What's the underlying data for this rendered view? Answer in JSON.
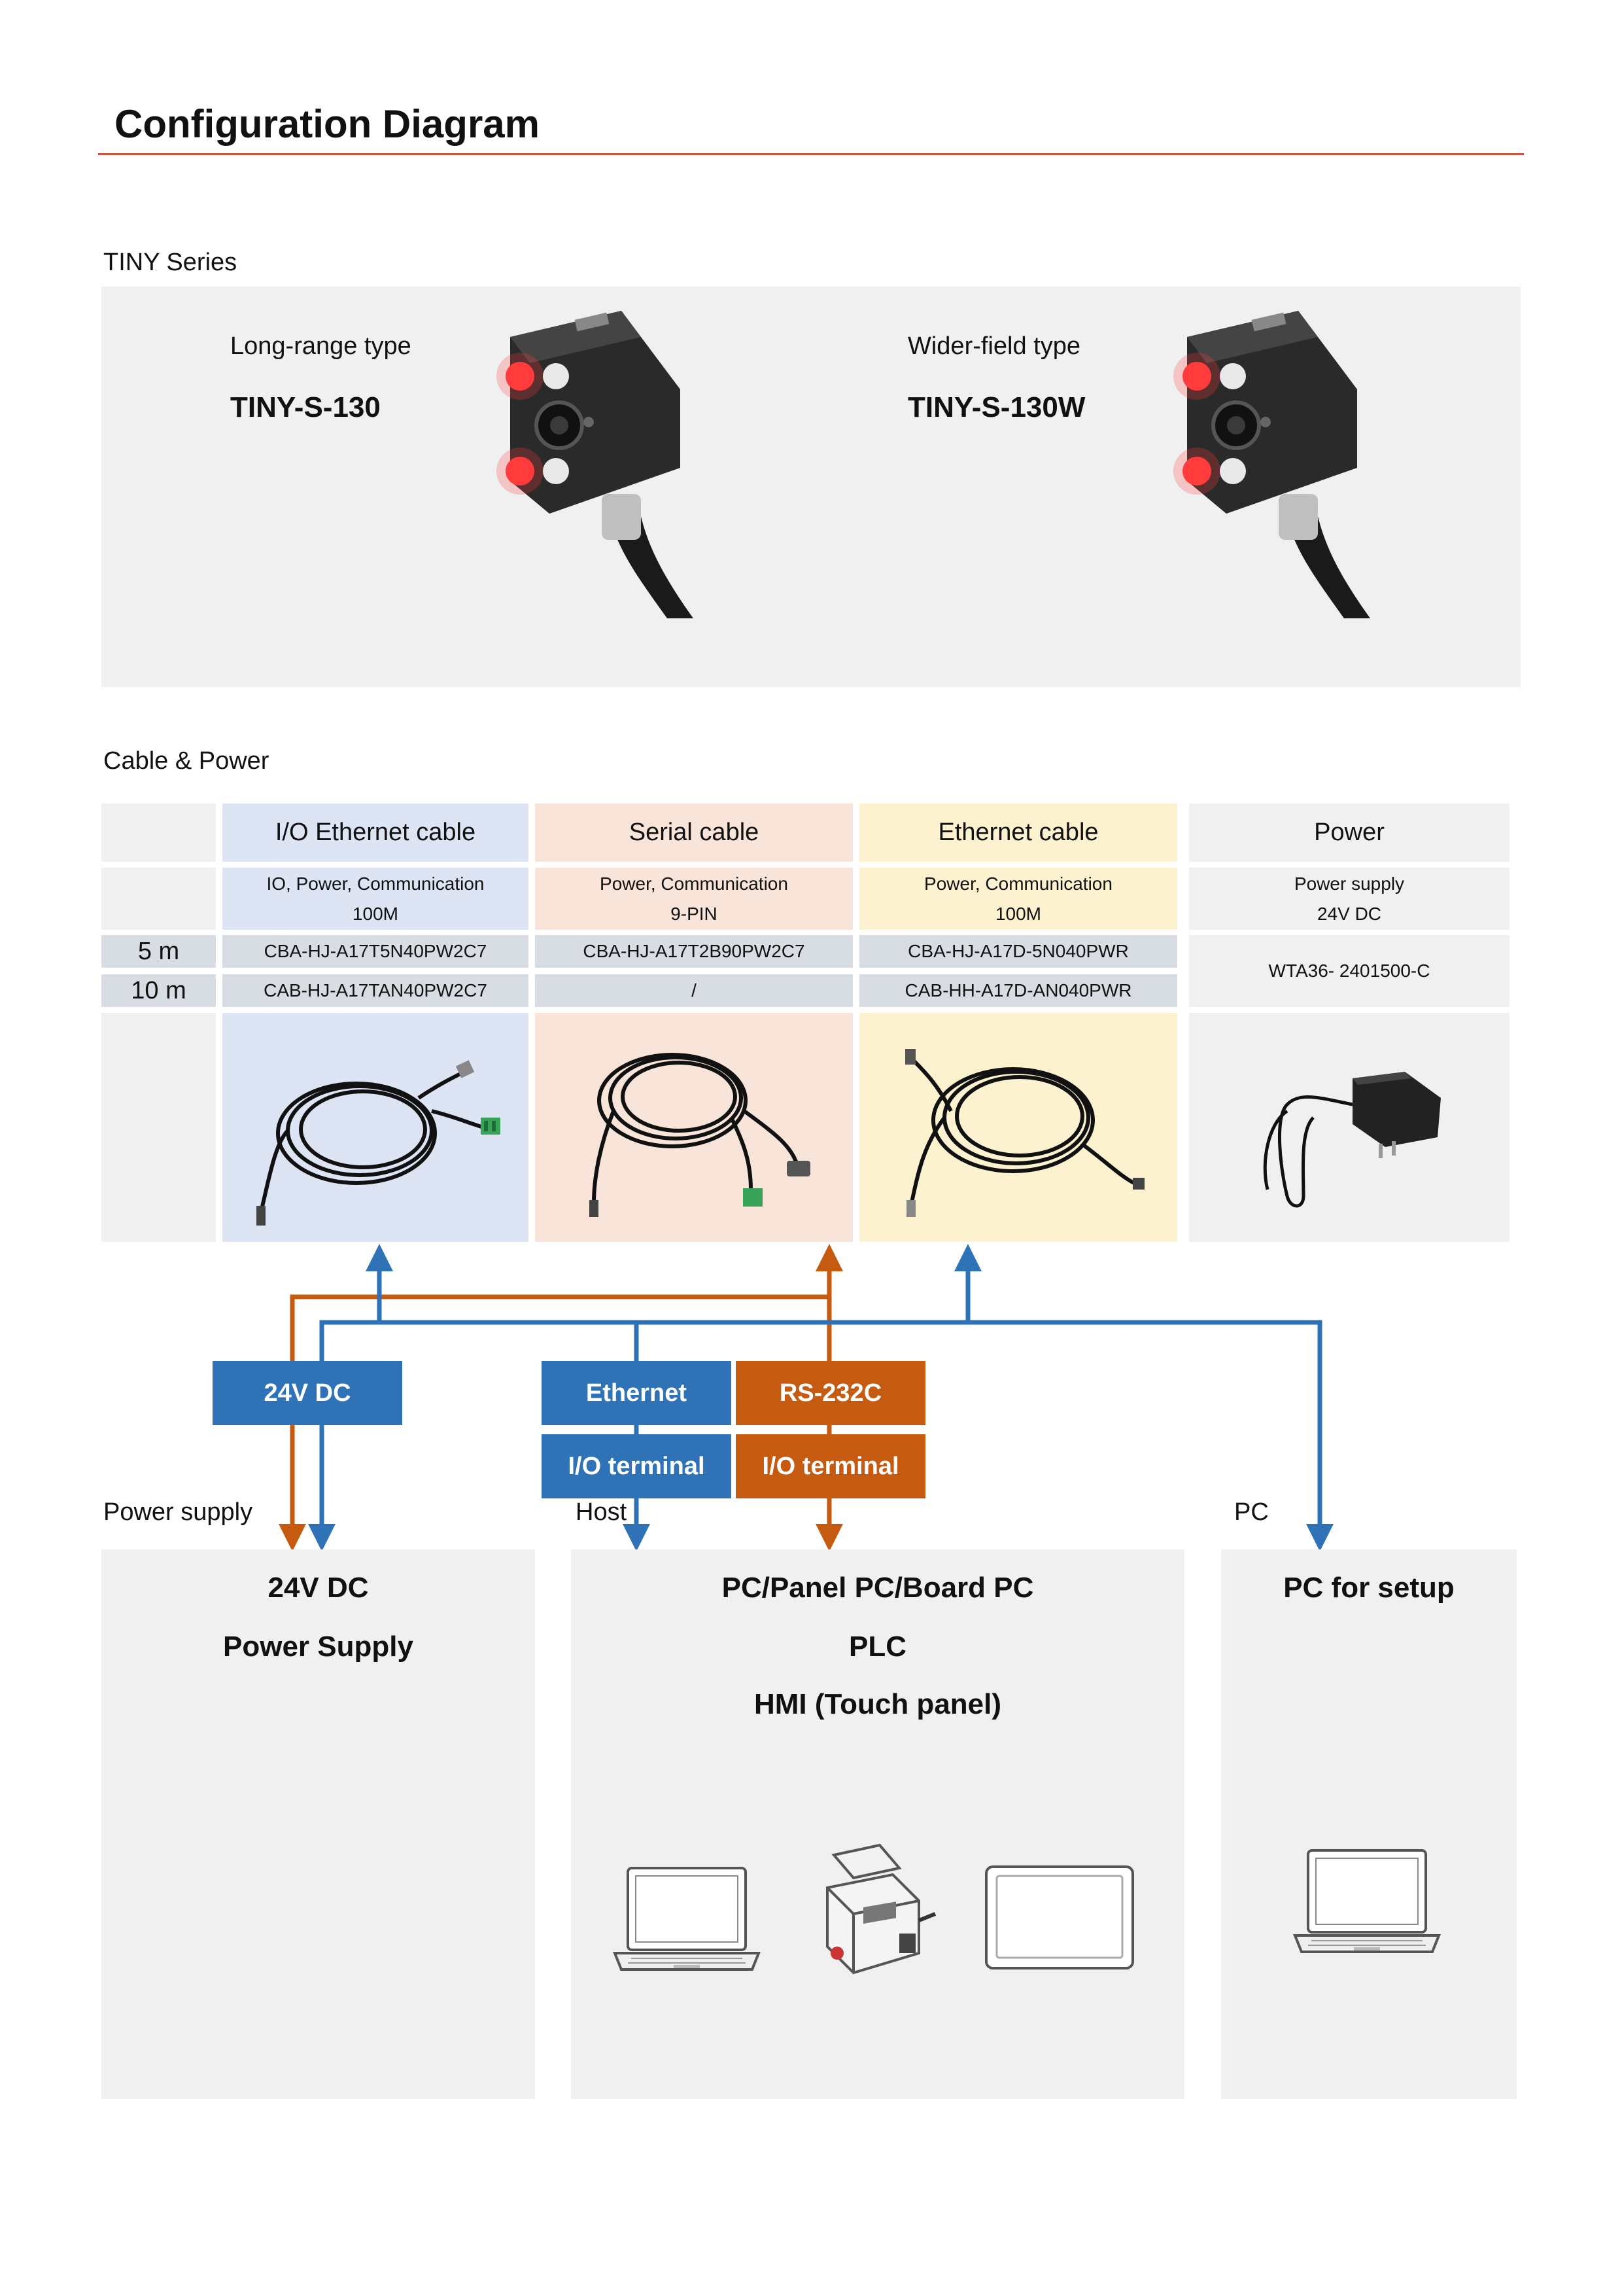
{
  "page": {
    "title": "Configuration Diagram"
  },
  "tiny_series": {
    "label": "TINY Series",
    "cameras": [
      {
        "type": "Long-range type",
        "model": "TINY-S-130"
      },
      {
        "type": "Wider-field type",
        "model": "TINY-S-130W"
      }
    ]
  },
  "cable_power": {
    "label": "Cable & Power",
    "columns": [
      {
        "header": "I/O Ethernet cable",
        "desc1": "IO, Power, Communication",
        "desc2": "100M",
        "pn_5m": "CBA-HJ-A17T5N40PW2C7",
        "pn_10m": "CAB-HJ-A17TAN40PW2C7"
      },
      {
        "header": "Serial cable",
        "desc1": "Power, Communication",
        "desc2": "9-PIN",
        "pn_5m": "CBA-HJ-A17T2B90PW2C7",
        "pn_10m": "/"
      },
      {
        "header": "Ethernet cable",
        "desc1": "Power, Communication",
        "desc2": "100M",
        "pn_5m": "CBA-HJ-A17D-5N040PWR",
        "pn_10m": "CAB-HH-A17D-AN040PWR"
      },
      {
        "header": "Power",
        "desc1": "Power supply",
        "desc2": "24V DC",
        "pn": "WTA36- 2401500-C"
      }
    ],
    "lengths": [
      "5 m",
      "10 m"
    ]
  },
  "connections": {
    "tags": {
      "dc": "24V DC",
      "ethernet": "Ethernet",
      "rs232": "RS-232C",
      "io_left": "I/O terminal",
      "io_right": "I/O terminal"
    },
    "colors": {
      "blue": "#2f73b6",
      "orange": "#c55a11"
    }
  },
  "destinations": {
    "power": {
      "label": "Power supply",
      "line1": "24V DC",
      "line2": "Power Supply"
    },
    "host": {
      "label": "Host",
      "line1": "PC/Panel PC/Board PC",
      "line2": "PLC",
      "line3": "HMI (Touch panel)"
    },
    "pc": {
      "label": "PC",
      "line1": "PC for setup"
    }
  }
}
